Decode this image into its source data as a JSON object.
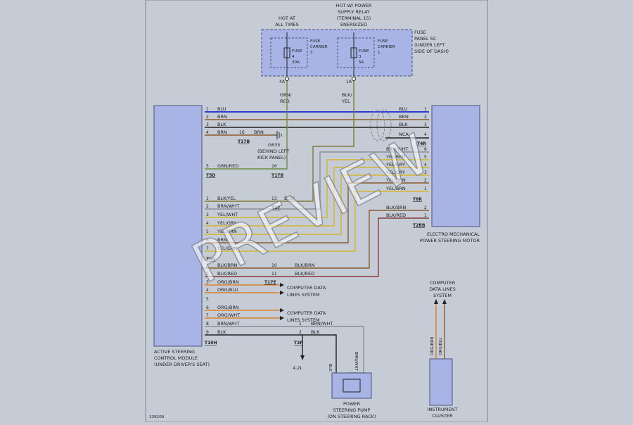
{
  "top_labels": {
    "hot_at_all_times": [
      "HOT AT",
      "ALL TIMES"
    ],
    "hot_relay": [
      "HOT W/ POWER",
      "SUPPLY RELAY",
      "(TERMINAL 15)",
      "ENERGIZED"
    ]
  },
  "fuse_panel": [
    "FUSE",
    "PANEL SC",
    "(UNDER LEFT",
    "SIDE OF DASH)"
  ],
  "fuse_left": {
    "label": [
      "FUSE",
      "4",
      "30A"
    ],
    "carrier": [
      "FUSE",
      "CARRIER",
      "3"
    ],
    "terminal": "4A"
  },
  "fuse_right": {
    "label": [
      "FUSE",
      "3",
      "5A"
    ],
    "carrier": [
      "FUSE",
      "CARRIER",
      "1"
    ],
    "terminal": "1A"
  },
  "feed_wires": {
    "left": [
      "GRN/",
      "RED"
    ],
    "right": [
      "BLK/",
      "YEL"
    ]
  },
  "left_module": {
    "name": [
      "ACTIVE STEERING",
      "CONTROL MODULE",
      "(UNDER DRIVER'S SEAT)"
    ]
  },
  "right_module": {
    "name": [
      "ELECTRO MECHANICAL",
      "POWER STEERING MOTOR"
    ]
  },
  "group1": {
    "rows": [
      {
        "pin": "1",
        "wire": "BLU",
        "rwire": "BLU",
        "rpin": "1"
      },
      {
        "pin": "2",
        "wire": "BRN",
        "rwire": "BRN",
        "rpin": "2"
      },
      {
        "pin": "3",
        "wire": "BLK",
        "rwire": "BLK",
        "rpin": "3"
      },
      {
        "pin": "4",
        "wire": "BRN",
        "mid_pin": "16",
        "mid_wire": "BRN",
        "rwire": "NCA",
        "rpin": "4"
      }
    ],
    "mid_connector": "T17B",
    "right_connector": "T4R",
    "ground": [
      "G635",
      "(BEHIND LEFT",
      "KICK PANEL)"
    ]
  },
  "group2": {
    "row": {
      "pin": "5",
      "wire": "GRN/RED",
      "mid_pin": "16"
    },
    "left_connector": "T5D",
    "mid_connector": "T17B"
  },
  "group3": {
    "rows": [
      {
        "pin": "1",
        "wire": "BLK/YEL"
      },
      {
        "pin": "2",
        "wire": "BRN/WHT"
      },
      {
        "pin": "3",
        "wire": "YEL/WHT"
      },
      {
        "pin": "4",
        "wire": "YEL/GRY"
      },
      {
        "pin": "5",
        "wire": "YEL/BRN"
      },
      {
        "pin": "6",
        "wire": "BRN"
      },
      {
        "pin": "7",
        "wire": "YEL/GRN"
      }
    ],
    "mid_pin": "13",
    "mid_wire": "BLK/",
    "mid_connector": "T17",
    "left_connector": "T8G",
    "right_rows": [
      {
        "pin": "6",
        "wire": "BRN/WHT"
      },
      {
        "pin": "5",
        "wire": "YEL/RED"
      },
      {
        "pin": "4",
        "wire": "YEL/GRY"
      },
      {
        "pin": "3",
        "wire": "YEL/GRY"
      },
      {
        "pin": "2",
        "wire": "YEL/BRN"
      },
      {
        "pin": "1",
        "wire": "YEL/BRN"
      }
    ],
    "right_connector": "T6R",
    "right_rows_2": [
      {
        "pin": "2",
        "wire": "BLK/BRN"
      },
      {
        "pin": "1",
        "wire": "BLK/RED"
      }
    ],
    "right_connector_2": "T2BB"
  },
  "group4": {
    "rows": [
      {
        "pin": "1",
        "wire": "BLK/BRN",
        "mid_pin": "10",
        "mid_wire": "BLK/BRN"
      },
      {
        "pin": "2",
        "wire": "BLK/RED",
        "mid_pin": "11",
        "mid_wire": "BLK/RED"
      },
      {
        "pin": "3",
        "wire": "ORG/BRN"
      },
      {
        "pin": "4",
        "wire": "ORG/BLU"
      },
      {
        "pin": "5",
        "wire": ""
      },
      {
        "pin": "6",
        "wire": "ORG/BRN"
      },
      {
        "pin": "7",
        "wire": "ORG/WHT"
      },
      {
        "pin": "8",
        "wire": "BRN/WHT",
        "mid_pin": "1",
        "mid_wire": "BRN/WHT"
      },
      {
        "pin": "9",
        "wire": "BLK",
        "mid_pin": "2",
        "mid_wire": "BLK"
      }
    ],
    "mid_connector": "T17E",
    "left_connector": "T10H",
    "right_connector": "T2P",
    "data_lines_1": [
      "COMPUTER DATA",
      "LINES SYSTEM"
    ],
    "data_lines_2": [
      "COMPUTER DATA",
      "LINES SYSTEM"
    ],
    "ground_ref": "4.2L"
  },
  "pump": {
    "name": [
      "POWER",
      "STEERING PUMP",
      "(ON STEERING RACK)"
    ],
    "wire_left": "BLK",
    "wire_right": "BRN/WHT"
  },
  "cluster": {
    "top_label": [
      "COMPUTER",
      "DATA LINES",
      "SYSTEM"
    ],
    "name": [
      "INSTRUMENT",
      "CLUSTER"
    ],
    "wire_left": "ORG/BRN",
    "wire_right": "ORG/BLU"
  },
  "figure_id": "338209",
  "watermark": "PREVIEW",
  "colors": {
    "module_fill": "#a9b4e6",
    "module_stroke": "#4a4f7a",
    "fuse_fill": "#a9b4e6",
    "blu": "#2b3fd6",
    "brn": "#8a5a2b",
    "blk": "#222222",
    "grn_red": "#6a8f3a",
    "blk_yel": "#7f7a30",
    "yel": "#d6b52a",
    "blk_red": "#8a3b3b",
    "org": "#d9822b",
    "gray": "#8a8f99"
  }
}
